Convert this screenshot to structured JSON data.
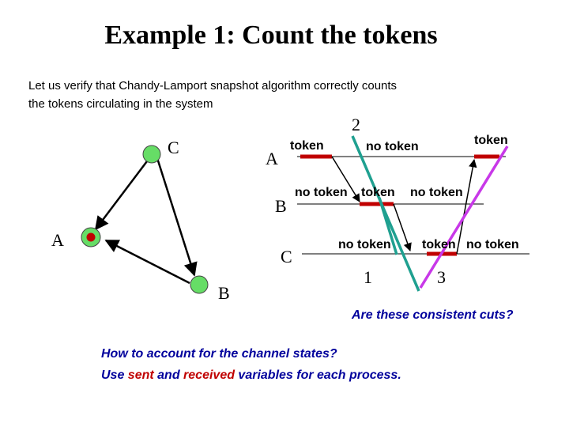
{
  "slide": {
    "title": "Example 1: Count the tokens",
    "intro_line_1": "Let us verify that Chandy-Lamport snapshot algorithm correctly counts",
    "intro_line_2": "the tokens circulating in the system",
    "question": "Are these consistent cuts?",
    "note_line_1": "How to account for the channel states?",
    "note_line_2_use": "Use ",
    "note_line_2_sent": "sent",
    "note_line_2_and": " and ",
    "note_line_2_received": "received",
    "note_line_2_rest": " variables for each process."
  },
  "graph": {
    "node_c_label": "C",
    "node_a_label": "A",
    "node_b_label": "B"
  },
  "timeline": {
    "process_a": "A",
    "process_b": "B",
    "process_c": "C",
    "state_a_1": "token",
    "state_a_2": "no token",
    "state_a_3": "token",
    "state_b_1": "no token",
    "state_b_2": "token",
    "state_b_3": "no token",
    "state_c_1": "no token",
    "state_c_2": "token",
    "state_c_3": "no token",
    "cut_1": "1",
    "cut_2": "2",
    "cut_3": "3"
  },
  "colors": {
    "node_green": "#66dd66",
    "token_red": "#c00000",
    "cut_1": "#1fa090",
    "cut_2": "#1fa090",
    "cut_3": "#c838e8"
  }
}
